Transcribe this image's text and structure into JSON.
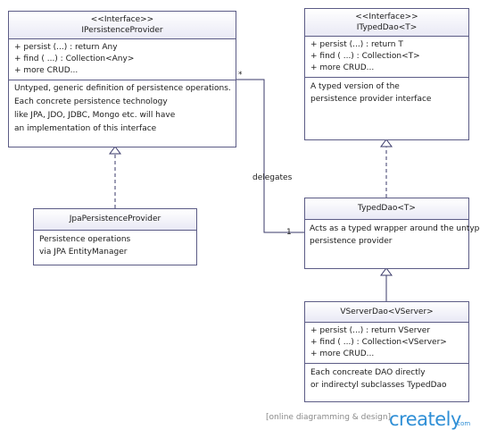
{
  "classes": {
    "ipersistence": {
      "stereotype": "<<Interface>>",
      "name": "IPersistenceProvider",
      "methods": [
        "+ persist (...) : return Any",
        "+ find ( ...) : Collection<Any>",
        "+ more CRUD..."
      ],
      "notes": [
        "Untyped, generic definition of persistence operations.",
        "Each concrete persistence technology",
        "like JPA, JDO, JDBC, Mongo etc. will have",
        "an implementation of this interface"
      ]
    },
    "ityped": {
      "stereotype": "<<Interface>>",
      "name": "ITypedDao<T>",
      "methods": [
        "+ persist (...) : return T",
        "+ find ( ...) : Collection<T>",
        "+ more CRUD..."
      ],
      "notes": [
        "A typed version of the",
        "persistence provider interface"
      ]
    },
    "jpa": {
      "name": "JpaPersistenceProvider",
      "notes": [
        "Persistence operations",
        "via JPA EntityManager"
      ]
    },
    "typeddao": {
      "name": "TypedDao<T>",
      "notes": [
        "Acts as a typed wrapper around the untyped",
        "persistence provider"
      ]
    },
    "vserver": {
      "name": "VServerDao<VServer>",
      "methods": [
        "+ persist (...) : return VServer",
        "+ find ( ...) : Collection<VServer>",
        "+ more CRUD..."
      ],
      "notes": [
        "Each concreate DAO directly",
        "or indirectyl subclasses TypedDao"
      ]
    }
  },
  "association": {
    "label": "delegates",
    "source_multiplicity": "*",
    "target_multiplicity": "1"
  },
  "footer": {
    "text": "[online diagramming & design]",
    "brand": "creately",
    "brand_suffix": ".com"
  },
  "colors": {
    "border": "#5c5c86",
    "header_gradient_end": "#e9e9f5",
    "brand": "#2f8fd6"
  }
}
